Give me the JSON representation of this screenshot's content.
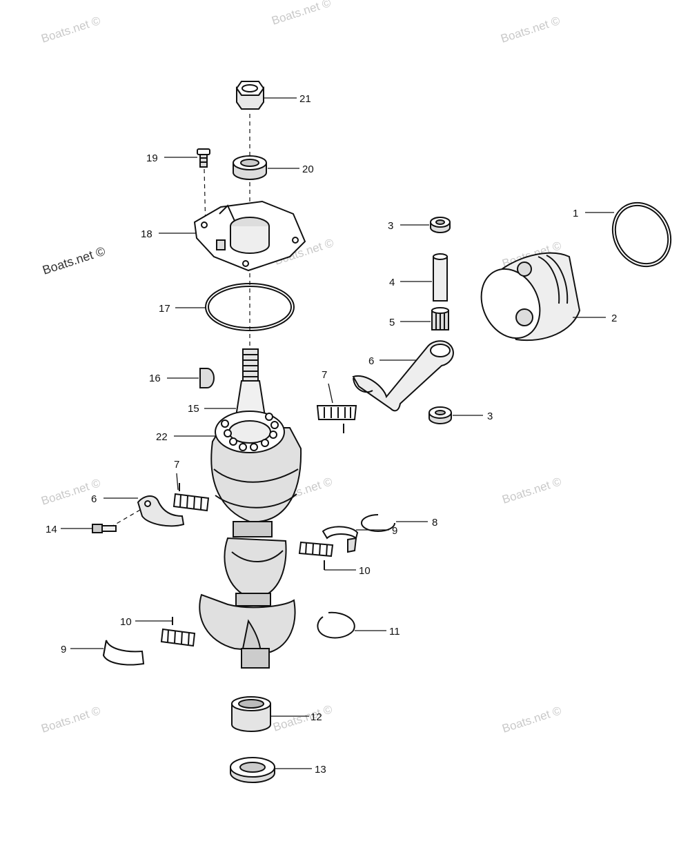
{
  "watermark": {
    "text": "Boats.net ©",
    "positions": [
      {
        "id": "wm-1"
      },
      {
        "id": "wm-2"
      },
      {
        "id": "wm-3"
      },
      {
        "id": "wm-4"
      },
      {
        "id": "wm-5"
      },
      {
        "id": "wm-6"
      },
      {
        "id": "wm-7"
      },
      {
        "id": "wm-8"
      },
      {
        "id": "wm-9"
      },
      {
        "id": "wm-10"
      },
      {
        "id": "wm-11"
      },
      {
        "id": "wm-12"
      }
    ]
  },
  "callouts": {
    "c1": "1",
    "c2": "2",
    "c3a": "3",
    "c3b": "3",
    "c4": "4",
    "c5": "5",
    "c6a": "6",
    "c6b": "6",
    "c7a": "7",
    "c7b": "7",
    "c8": "8",
    "c9a": "9",
    "c9b": "9",
    "c10a": "10",
    "c10b": "10",
    "c11": "11",
    "c12": "12",
    "c13": "13",
    "c14": "14",
    "c15": "15",
    "c16": "16",
    "c17": "17",
    "c18": "18",
    "c19": "19",
    "c20": "20",
    "c21": "21",
    "c22": "22"
  }
}
